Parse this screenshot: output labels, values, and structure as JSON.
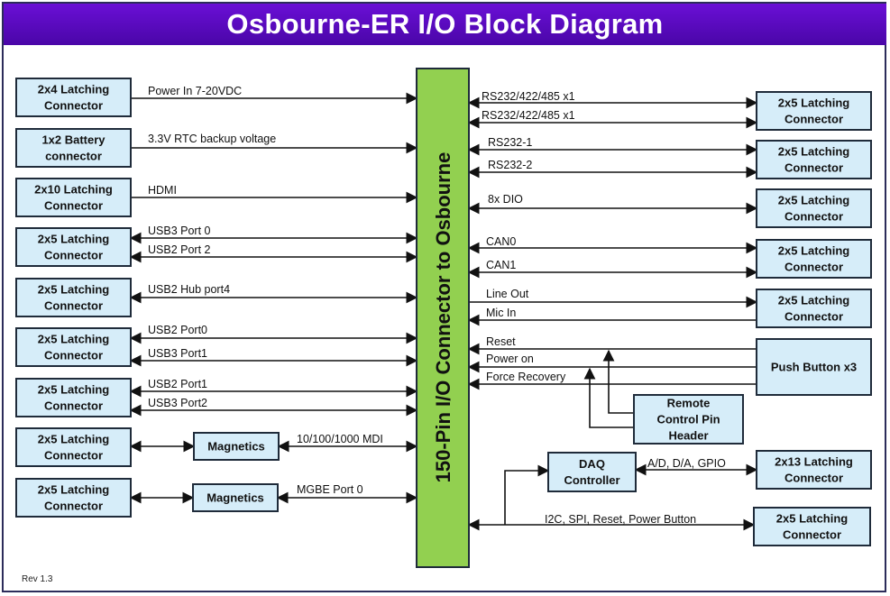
{
  "title": "Osbourne-ER I/O Block Diagram",
  "connector": "150-Pin I/O Connector to Osbourne",
  "left_boxes": [
    [
      "2x4 Latching",
      "Connector"
    ],
    [
      "1x2 Battery",
      "connector"
    ],
    [
      "2x10 Latching",
      "Connector"
    ],
    [
      "2x5 Latching",
      "Connector"
    ],
    [
      "2x5 Latching",
      "Connector"
    ],
    [
      "2x5 Latching",
      "Connector"
    ],
    [
      "2x5 Latching",
      "Connector"
    ],
    [
      "2x5 Latching",
      "Connector"
    ],
    [
      "2x5 Latching",
      "Connector"
    ]
  ],
  "magnetics": [
    "Magnetics",
    "Magnetics"
  ],
  "left_labels": [
    "Power In 7-20VDC",
    "3.3V RTC backup voltage",
    "HDMI",
    "USB3 Port 0",
    "USB2 Port 2",
    "USB2 Hub port4",
    "USB2 Port0",
    "USB3 Port1",
    "USB2 Port1",
    "USB3 Port2",
    "10/100/1000 MDI",
    "MGBE Port 0"
  ],
  "right_boxes": [
    [
      "2x5 Latching",
      "Connector"
    ],
    [
      "2x5 Latching",
      "Connector"
    ],
    [
      "2x5 Latching",
      "Connector"
    ],
    [
      "2x5 Latching",
      "Connector"
    ],
    [
      "2x5 Latching",
      "Connector"
    ]
  ],
  "push_button": "Push Button x3",
  "remote": [
    "Remote",
    "Control Pin",
    "Header"
  ],
  "daq": [
    "DAQ",
    "Controller"
  ],
  "daq_out": [
    "2x13 Latching",
    "Connector"
  ],
  "bottom_right": [
    "2x5 Latching",
    "Connector"
  ],
  "right_labels": [
    "RS232/422/485 x1",
    "RS232/422/485 x1",
    "RS232-1",
    "RS232-2",
    "8x DIO",
    "CAN0",
    "CAN1",
    "Line Out",
    "Mic In",
    "Reset",
    "Power on",
    "Force Recovery",
    "A/D, D/A, GPIO",
    "I2C, SPI, Reset, Power Button"
  ],
  "revision": "Rev 1.3",
  "colors": {
    "header": "#5b0cc0",
    "box_fill": "#d6edf9",
    "connector_fill": "#92d050"
  }
}
